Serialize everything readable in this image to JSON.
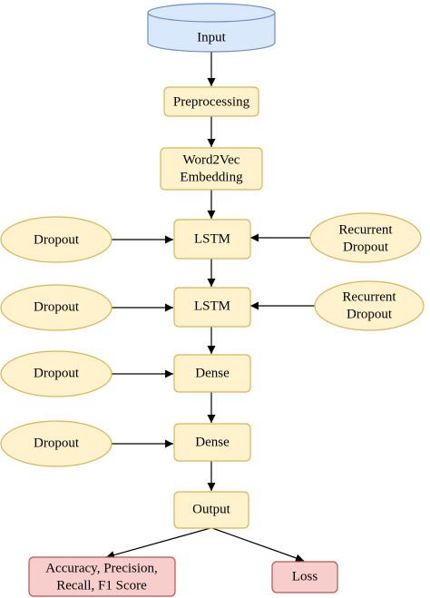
{
  "nodes": {
    "input": {
      "label": "Input",
      "shape": "cylinder"
    },
    "preprocessing": {
      "label": "Preprocessing",
      "shape": "box"
    },
    "word2vec": {
      "line1": "Word2Vec",
      "line2": "Embedding",
      "shape": "box"
    },
    "lstm1": {
      "label": "LSTM",
      "shape": "box"
    },
    "lstm2": {
      "label": "LSTM",
      "shape": "box"
    },
    "dense1": {
      "label": "Dense",
      "shape": "box"
    },
    "dense2": {
      "label": "Dense",
      "shape": "box"
    },
    "output": {
      "label": "Output",
      "shape": "box"
    },
    "dropout1": {
      "label": "Dropout",
      "shape": "ellipse"
    },
    "dropout2": {
      "label": "Dropout",
      "shape": "ellipse"
    },
    "dropout3": {
      "label": "Dropout",
      "shape": "ellipse"
    },
    "dropout4": {
      "label": "Dropout",
      "shape": "ellipse"
    },
    "recurrent1": {
      "line1": "Recurrent",
      "line2": "Dropout",
      "shape": "ellipse"
    },
    "recurrent2": {
      "line1": "Recurrent",
      "line2": "Dropout",
      "shape": "ellipse"
    },
    "metrics": {
      "line1": "Accuracy, Precision,",
      "line2": "Recall, F1 Score",
      "shape": "box"
    },
    "loss": {
      "label": "Loss",
      "shape": "box"
    }
  },
  "edges": [
    [
      "input",
      "preprocessing"
    ],
    [
      "preprocessing",
      "word2vec"
    ],
    [
      "word2vec",
      "lstm1"
    ],
    [
      "dropout1",
      "lstm1"
    ],
    [
      "recurrent1",
      "lstm1"
    ],
    [
      "lstm1",
      "lstm2"
    ],
    [
      "dropout2",
      "lstm2"
    ],
    [
      "recurrent2",
      "lstm2"
    ],
    [
      "lstm2",
      "dense1"
    ],
    [
      "dropout3",
      "dense1"
    ],
    [
      "dense1",
      "dense2"
    ],
    [
      "dropout4",
      "dense2"
    ],
    [
      "dense2",
      "output"
    ],
    [
      "output",
      "metrics"
    ],
    [
      "output",
      "loss"
    ]
  ],
  "colors": {
    "input_fill": "#dae8fc",
    "input_stroke": "#6c8ebf",
    "layer_fill": "#fff2cc",
    "layer_stroke": "#d6b656",
    "result_fill": "#f8cecc",
    "result_stroke": "#b85450",
    "edge": "#000000"
  }
}
